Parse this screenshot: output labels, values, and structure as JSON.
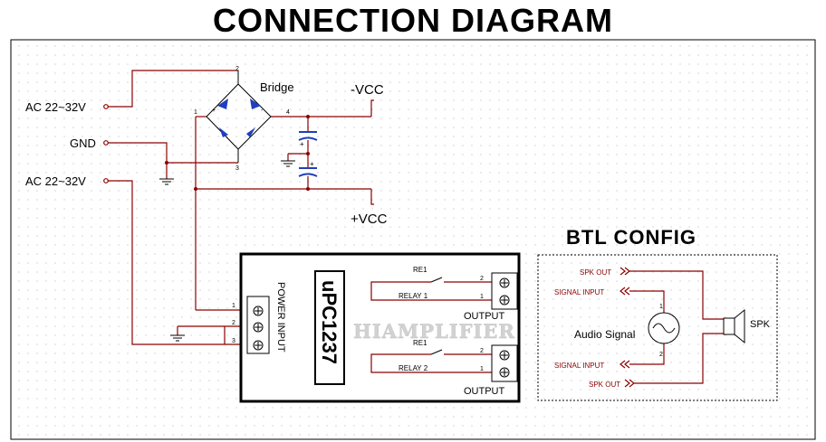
{
  "title": "CONNECTION DIAGRAM",
  "inputs": {
    "ac_top": "AC 22~32V",
    "gnd": "GND",
    "ac_bottom": "AC 22~32V"
  },
  "bridge": {
    "label": "Bridge",
    "pins": [
      "1",
      "2",
      "3",
      "4"
    ]
  },
  "rails": {
    "neg": "-VCC",
    "pos": "+VCC"
  },
  "module": {
    "chip": "uPC1237",
    "watermark": "HIAMPLIFIER",
    "power_input": "POWER INPUT",
    "power_pins": [
      "1",
      "2",
      "3"
    ],
    "relay1_ref": "RE1",
    "relay1_label": "RELAY 1",
    "relay2_ref": "RE1",
    "relay2_label": "RELAY 2",
    "output_label": "OUTPUT",
    "output_label_2": "OUTPUT",
    "out_pins": [
      "2",
      "1"
    ]
  },
  "btl": {
    "title": "BTL CONFIG",
    "spk_out_top": "SPK OUT",
    "signal_input_top": "SIGNAL INPUT",
    "audio_signal": "Audio Signal",
    "signal_input_bottom": "SIGNAL INPUT",
    "spk_out_bottom": "SPK OUT",
    "spk": "SPK",
    "source_pins": [
      "1",
      "2"
    ]
  },
  "colors": {
    "wire": "#8b0000",
    "diode": "#1f3fbf",
    "component": "#000000"
  }
}
